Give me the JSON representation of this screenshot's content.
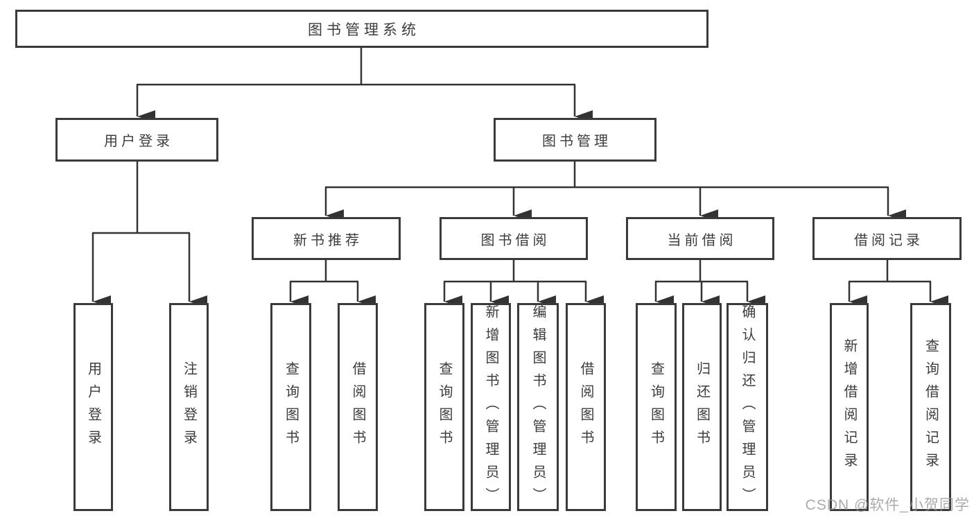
{
  "diagram": {
    "type": "hierarchy",
    "root": {
      "label": "图书管理系统",
      "children": [
        {
          "label": "用户登录",
          "children": [
            {
              "label": "用户登录"
            },
            {
              "label": "注销登录"
            }
          ]
        },
        {
          "label": "图书管理",
          "children": [
            {
              "label": "新书推荐",
              "children": [
                {
                  "label": "查询图书"
                },
                {
                  "label": "借阅图书"
                }
              ]
            },
            {
              "label": "图书借阅",
              "children": [
                {
                  "label": "查询图书"
                },
                {
                  "label": "新增图书（管理员）"
                },
                {
                  "label": "编辑图书（管理员）"
                },
                {
                  "label": "借阅图书"
                }
              ]
            },
            {
              "label": "当前借阅",
              "children": [
                {
                  "label": "查询图书"
                },
                {
                  "label": "归还图书"
                },
                {
                  "label": "确认归还（管理员）"
                }
              ]
            },
            {
              "label": "借阅记录",
              "children": [
                {
                  "label": "新增借阅记录"
                },
                {
                  "label": "查询借阅记录"
                }
              ]
            }
          ]
        }
      ]
    }
  },
  "watermark": {
    "text": "CSDN @软件_小贺同学"
  },
  "colors": {
    "line": "#333333",
    "box_border": "#3a3a3a",
    "box_fill": "#ffffff",
    "text": "#3c3c3c",
    "watermark": "#bdbdbd",
    "background": "#ffffff"
  }
}
